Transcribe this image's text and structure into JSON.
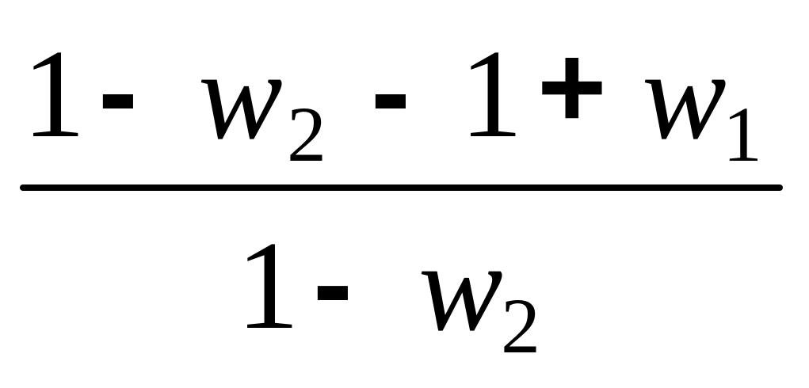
{
  "numerator": {
    "one_a": "1",
    "minus_a": "-",
    "w_a": "w",
    "sub_a": "2",
    "minus_b": "-",
    "one_b": "1",
    "plus": "+",
    "w_b": "w",
    "sub_b": "1"
  },
  "denominator": {
    "one": "1",
    "minus": "-",
    "w": "w",
    "sub": "2"
  }
}
